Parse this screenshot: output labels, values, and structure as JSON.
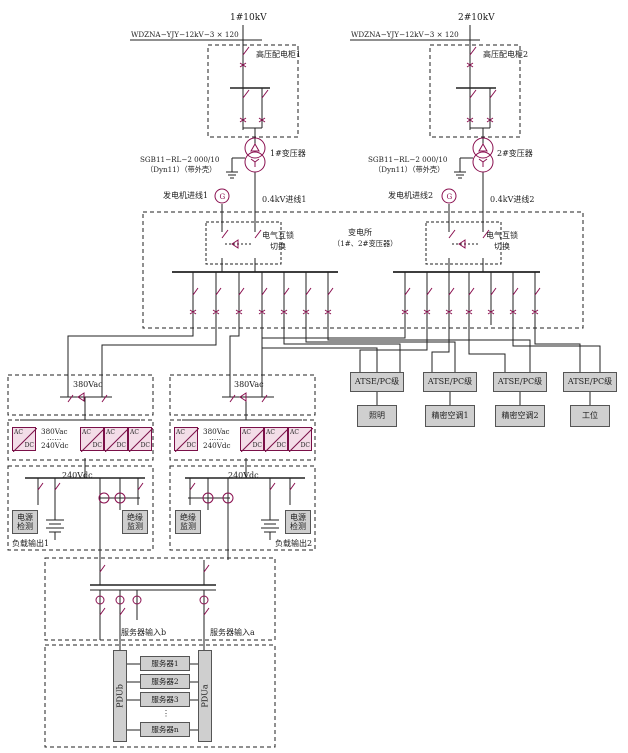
{
  "incoming": {
    "line1_label": "1#10kV",
    "line2_label": "2#10kV",
    "cable1": "WDZNA−YJY−12kV−3 × 120",
    "cable2": "WDZNA−YJY−12kV−3 × 120"
  },
  "hv": {
    "cabinet1": "高压配电柜1",
    "cabinet2": "高压配电柜2"
  },
  "transformers": {
    "t1_label": "1#变压器",
    "t2_label": "2#变压器",
    "t1_model": "SGB11−RL−2 000/10",
    "t1_spec": "（Dyn11）（带外壳）",
    "t2_model": "SGB11−RL−2 000/10",
    "t2_spec": "（Dyn11）（带外壳）"
  },
  "generators": {
    "g1": "发电机进线1",
    "g2": "发电机进线2",
    "symbol": "G"
  },
  "lv": {
    "in1": "0.4kV进线1",
    "in2": "0.4kV进线2",
    "interlock1a": "电气互锁",
    "interlock1b": "切换",
    "interlock2a": "电气互锁",
    "interlock2b": "切换",
    "substation_a": "变电所",
    "substation_b": "（1#、2#变压器）"
  },
  "atse": {
    "labels": [
      "ATSE/PC级",
      "ATSE/PC级",
      "ATSE/PC级",
      "ATSE/PC级"
    ],
    "loads": [
      "照明",
      "精密空调1",
      "精密空调2",
      "工位"
    ]
  },
  "dc_systems": {
    "ac_in1": "380Vac",
    "ac_in2": "380Vac",
    "conv_a": "380Vac",
    "conv_dots": "……",
    "conv_b": "240Vdc",
    "conv2_a": "380Vac",
    "conv2_dots": "……",
    "conv2_b": "240Vdc",
    "dc_bus1": "240Vdc",
    "dc_bus2": "240Vdc",
    "ac": "AC",
    "dc": "DC",
    "power_monitor_a": "电源",
    "power_monitor_b": "检测",
    "insulation_a": "绝缘",
    "insulation_b": "监测",
    "load_out1": "负载输出1",
    "load_out2": "负载输出2"
  },
  "servers": {
    "input_b": "服务器输入b",
    "input_a": "服务器输入a",
    "pdu_b": "PDUb",
    "pdu_a": "PDUa",
    "items": [
      "服务器1",
      "服务器2",
      "服务器3",
      "⋮",
      "服务器n"
    ]
  },
  "colors": {
    "wire": "#222222",
    "breaker": "#8a1050",
    "converter_fill": "#f3dde8",
    "box_fill": "#cfcfcf"
  }
}
